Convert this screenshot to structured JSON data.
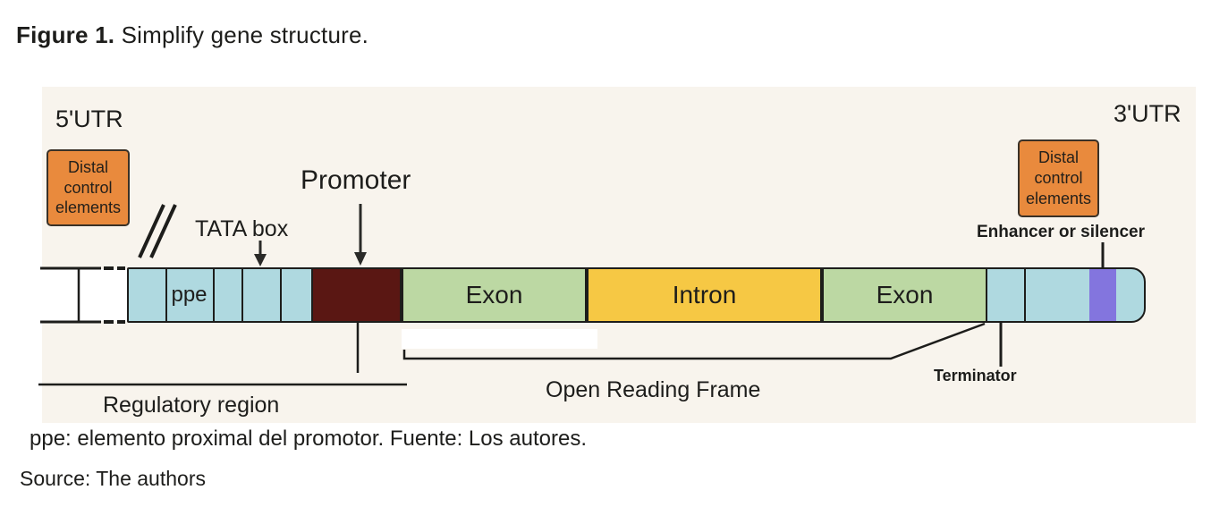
{
  "title": {
    "prefix": "Figure 1.",
    "text": "Simplify gene structure."
  },
  "diagram": {
    "labels": {
      "utr5": "5'UTR",
      "utr3": "3'UTR",
      "distal_control": "Distal control elements",
      "tata": "TATA box",
      "promoter": "Promoter",
      "enhancer": "Enhancer or silencer",
      "terminator": "Terminator",
      "orf": "Open Reading Frame",
      "regulatory": "Regulatory region",
      "ppe": "ppe"
    },
    "segments": {
      "exon1": "Exon",
      "intron": "Intron",
      "exon2": "Exon"
    },
    "colors": {
      "cream": "#f8f4ed",
      "blue": "#afd9e0",
      "maroon": "#5a1713",
      "green": "#bcd8a3",
      "yellow": "#f6c844",
      "purple": "#8375de",
      "orange": "#e98a3d",
      "line": "#1d1d1b"
    }
  },
  "caption": "ppe: elemento proximal del promotor. Fuente: Los autores.",
  "source": "Source: The authors"
}
